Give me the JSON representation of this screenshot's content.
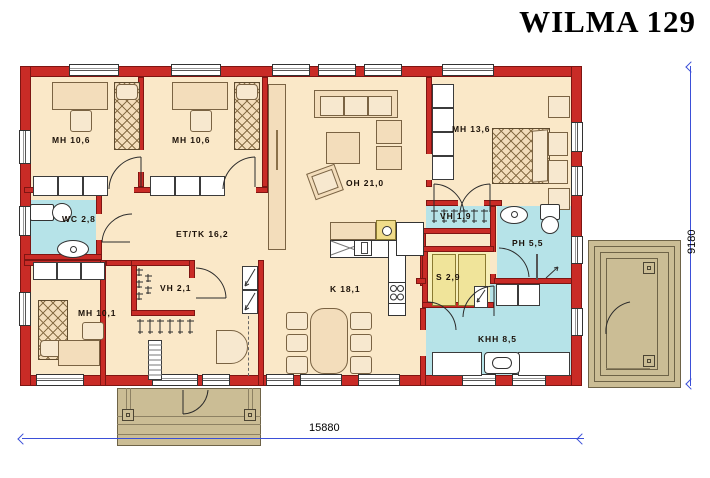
{
  "title": "WILMA 129",
  "plan": {
    "type": "floor-plan",
    "house_name": "WILMA 129",
    "dimensions": {
      "width_mm": "15880",
      "height_mm": "9180"
    },
    "rooms": [
      {
        "id": "mh1",
        "label": "MH 10,6",
        "name": "bedroom-1",
        "area": 10.6,
        "kind": "dry"
      },
      {
        "id": "mh2",
        "label": "MH 10,6",
        "name": "bedroom-2",
        "area": 10.6,
        "kind": "dry"
      },
      {
        "id": "mh3",
        "label": "MH 10,1",
        "name": "bedroom-3",
        "area": 10.1,
        "kind": "dry"
      },
      {
        "id": "mh4",
        "label": "MH 13,6",
        "name": "master-bedroom",
        "area": 13.6,
        "kind": "dry"
      },
      {
        "id": "wc",
        "label": "WC 2,8",
        "name": "toilet",
        "area": 2.8,
        "kind": "wet"
      },
      {
        "id": "ettk",
        "label": "ET/TK 16,2",
        "name": "entry-hall",
        "area": 16.2,
        "kind": "dry"
      },
      {
        "id": "vh21",
        "label": "VH 2,1",
        "name": "walk-in-closet-1",
        "area": 2.1,
        "kind": "dry"
      },
      {
        "id": "oh",
        "label": "OH 21,0",
        "name": "living-room",
        "area": 21.0,
        "kind": "dry"
      },
      {
        "id": "k",
        "label": "K 18,1",
        "name": "kitchen",
        "area": 18.1,
        "kind": "dry"
      },
      {
        "id": "vh19",
        "label": "VH 1,9",
        "name": "walk-in-closet-2",
        "area": 1.9,
        "kind": "dry"
      },
      {
        "id": "ph",
        "label": "PH 5,5",
        "name": "washroom",
        "area": 5.5,
        "kind": "wet"
      },
      {
        "id": "s",
        "label": "S 2,9",
        "name": "sauna",
        "area": 2.9,
        "kind": "sauna"
      },
      {
        "id": "khh",
        "label": "KHH 8,5",
        "name": "utility-room",
        "area": 8.5,
        "kind": "wet"
      }
    ],
    "colors": {
      "wall": "#c92b26",
      "wall_outline": "#7e1512",
      "room_fill": "#fae8c8",
      "wet_fill": "#b6e3e8",
      "sauna_fill": "#f7efb8",
      "deck_fill": "#cbbd95",
      "dimension": "#3b4fd8",
      "furniture": "#f3ddbb"
    }
  }
}
